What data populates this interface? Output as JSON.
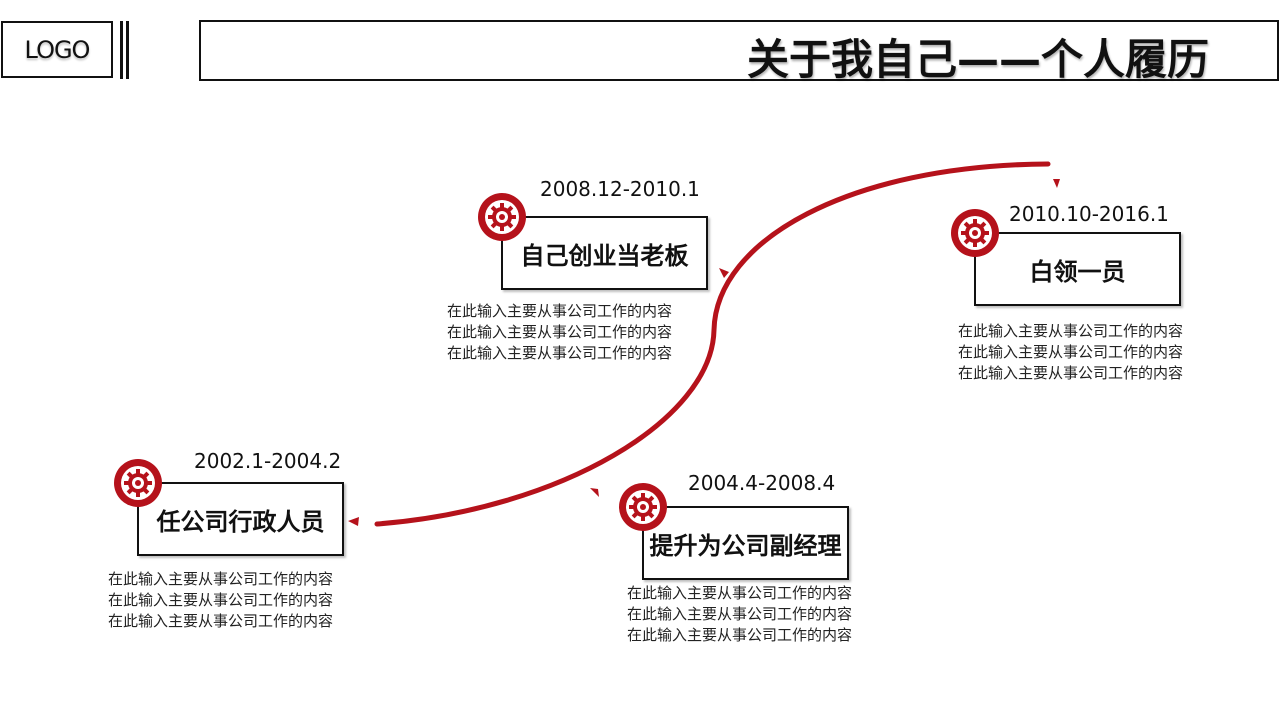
{
  "header": {
    "logo": "LOGO",
    "title": "关于我自己——个人履历"
  },
  "accent_color": "#b5121b",
  "milestones": [
    {
      "date": "2002.1-2004.2",
      "role": "任公司行政人员",
      "lines": [
        "在此输入主要从事公司工作的内容",
        "在此输入主要从事公司工作的内容",
        "在此输入主要从事公司工作的内容"
      ],
      "icon": "gear-icon"
    },
    {
      "date": "2004.4-2008.4",
      "role": "提升为公司副经理",
      "lines": [
        "在此输入主要从事公司工作的内容",
        "在此输入主要从事公司工作的内容",
        "在此输入主要从事公司工作的内容"
      ],
      "icon": "gear-icon"
    },
    {
      "date": "2008.12-2010.1",
      "role": "自己创业当老板",
      "lines": [
        "在此输入主要从事公司工作的内容",
        "在此输入主要从事公司工作的内容",
        "在此输入主要从事公司工作的内容"
      ],
      "icon": "gear-icon"
    },
    {
      "date": "2010.10-2016.1",
      "role": "白领一员",
      "lines": [
        "在此输入主要从事公司工作的内容",
        "在此输入主要从事公司工作的内容",
        "在此输入主要从事公司工作的内容"
      ],
      "icon": "gear-icon"
    }
  ]
}
